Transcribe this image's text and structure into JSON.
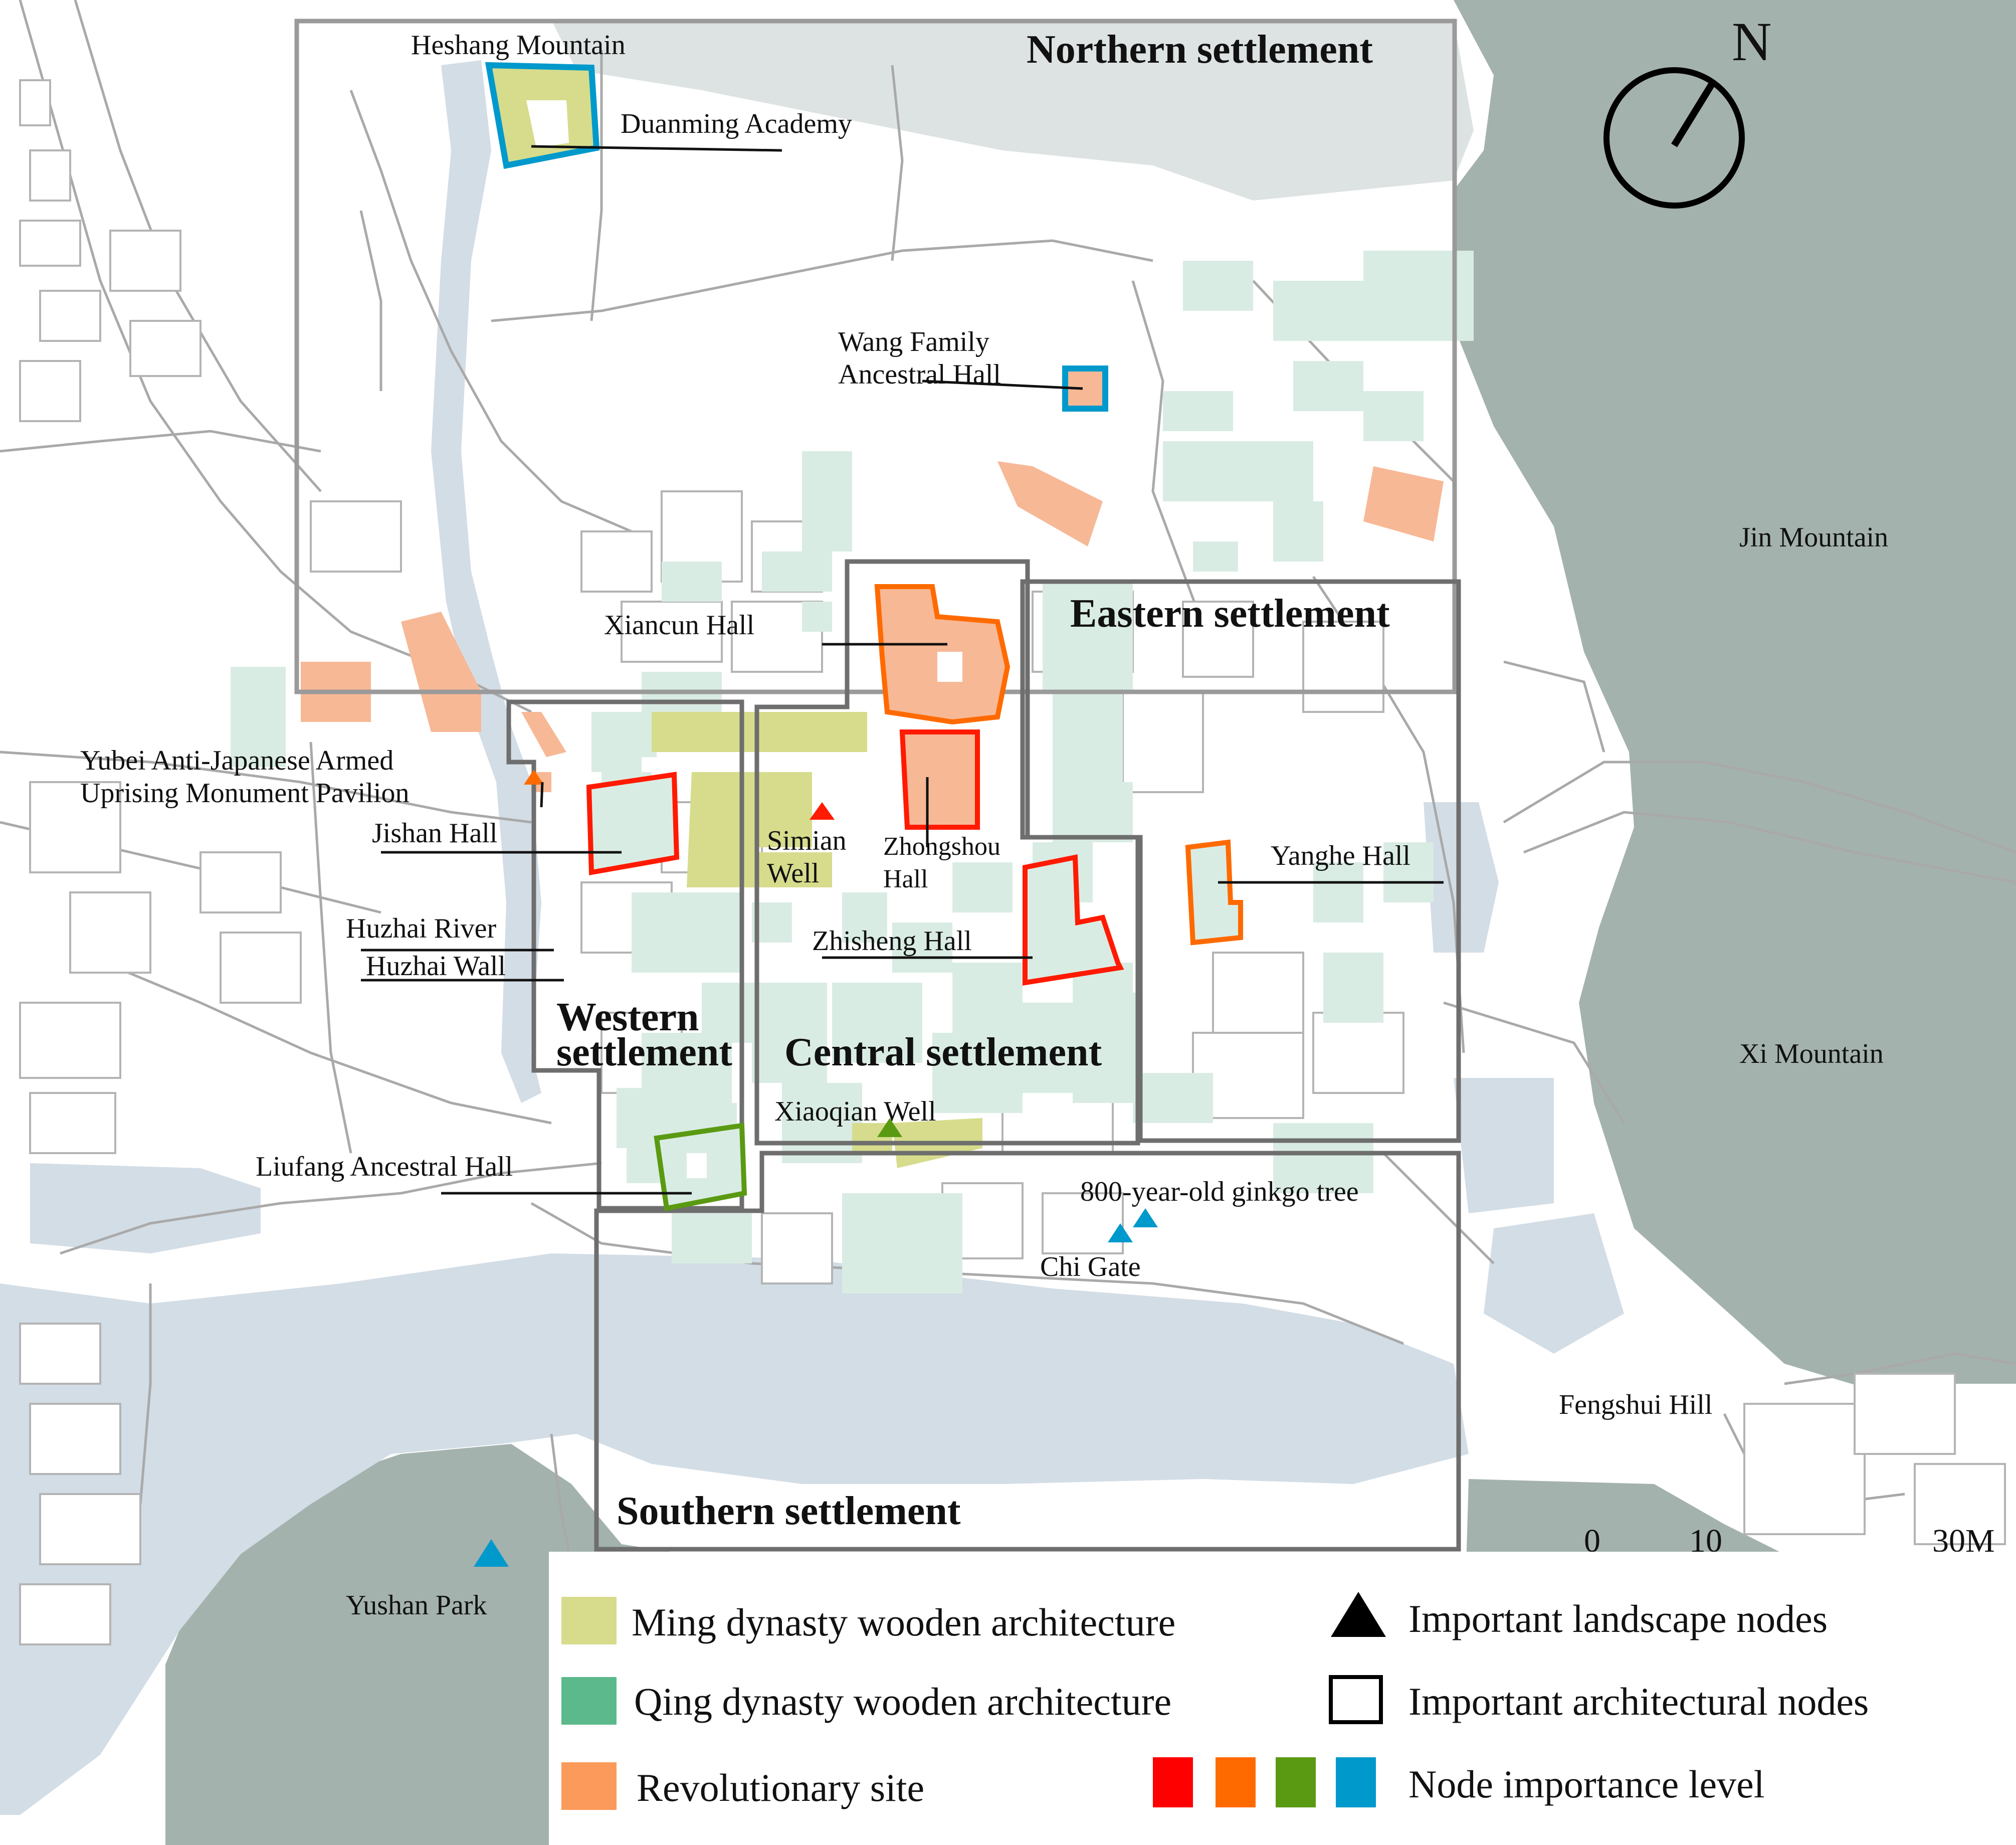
{
  "colors": {
    "mountain": "#a4b2ad",
    "water": "#d3dde6",
    "ming": "#d6dc8c",
    "qing": "#d9ece3",
    "revolutionary": "#f7b896",
    "level_1": "#ff0000",
    "level_2": "#ff6a00",
    "level_3": "#5a9a12",
    "level_4": "#0099cc"
  },
  "compass": {
    "label": "N"
  },
  "settlements": {
    "northern": "Northern settlement",
    "eastern": "Eastern settlement",
    "western_1": "Western",
    "western_2": "settlement",
    "central": "Central settlement",
    "southern": "Southern settlement"
  },
  "landmarks": {
    "heshang": "Heshang Mountain",
    "duanming": "Duanming Academy",
    "wang_1": "Wang Family",
    "wang_2": "Ancestral Hall",
    "jin": "Jin Mountain",
    "xi": "Xi Mountain",
    "fengshui": "Fengshui Hill",
    "xiancun": "Xiancun Hall",
    "yubei_1": "Yubei Anti-Japanese Armed",
    "yubei_2": "Uprising Monument Pavilion",
    "jishan": "Jishan Hall",
    "simian_1": "Simian",
    "simian_2": "Well",
    "zhongshou_1": "Zhongshou",
    "zhongshou_2": "Hall",
    "yanghe": "Yanghe Hall",
    "huzhai_river": "Huzhai River",
    "huzhai_wall": "Huzhai Wall",
    "zhisheng": "Zhisheng Hall",
    "xiaoqian": "Xiaoqian Well",
    "liufang": "Liufang Ancestral Hall",
    "ginkgo": "800-year-old ginkgo tree",
    "chi_gate": "Chi Gate",
    "yushan": "Yushan Park"
  },
  "scale_bar": {
    "t0": "0",
    "t1": "10",
    "t2": "30M"
  },
  "legend": {
    "ming": "Ming dynasty wooden architecture",
    "qing": "Qing dynasty wooden architecture",
    "rev": "Revolutionary site",
    "landscape": "Important landscape nodes",
    "architectural": "Important architectural nodes",
    "importance": "Node importance level"
  }
}
